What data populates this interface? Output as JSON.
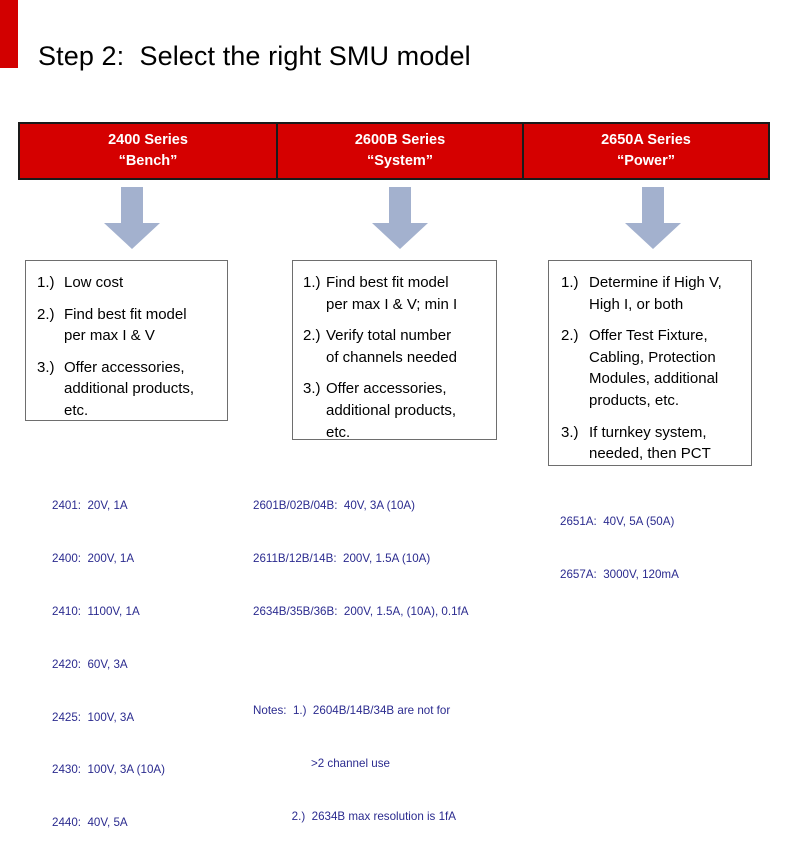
{
  "slide": {
    "title": "Step 2:  Select the right SMU model",
    "accent_color": "#d20000",
    "banner_color": "#d50000",
    "arrow_color": "#a3b1ce",
    "spec_text_color": "#2b2b8f"
  },
  "banner": {
    "columns": [
      {
        "line1": "2400 Series",
        "line2": "“Bench”"
      },
      {
        "line1": "2600B Series",
        "line2": "“System”"
      },
      {
        "line1": "2650A Series",
        "line2": "“Power”"
      }
    ]
  },
  "arrows": [
    {
      "name": "down-arrow-2400"
    },
    {
      "name": "down-arrow-2600b"
    },
    {
      "name": "down-arrow-2650a"
    }
  ],
  "boxes": [
    {
      "name": "steps-2400",
      "items": [
        {
          "num": "1.)",
          "text": "Low cost"
        },
        {
          "num": "2.)",
          "text": "Find best fit model\nper max I & V"
        },
        {
          "num": "3.)",
          "text": "Offer accessories,\nadditional products,\netc."
        }
      ]
    },
    {
      "name": "steps-2600b",
      "items": [
        {
          "num": "1.)",
          "text": "Find best fit model\n per max I & V; min I"
        },
        {
          "num": "2.)",
          "text": " Verify total number\n  of channels needed"
        },
        {
          "num": "3.)",
          "text": "Offer accessories,\n additional products,\n etc."
        }
      ]
    },
    {
      "name": "steps-2650a",
      "items": [
        {
          "num": "1.)",
          "text": "Determine if High V,\nHigh I, or both"
        },
        {
          "num": "2.)",
          "text": "Offer Test Fixture,\nCabling, Protection\nModules, additional\nproducts, etc."
        },
        {
          "num": "3.)",
          "text": "If turnkey system,\nneeded, then PCT"
        }
      ]
    }
  ],
  "spec_lists": [
    {
      "name": "specs-2400",
      "lines": [
        "2401:  20V, 1A",
        "2400:  200V, 1A",
        "2410:  1100V, 1A",
        "2420:  60V, 3A",
        "2425:  100V, 3A",
        "2430:  100V, 3A (10A)",
        "2440:  40V, 5A"
      ]
    },
    {
      "name": "specs-2600b",
      "lines": [
        "2601B/02B/04B:  40V, 3A (10A)",
        "2611B/12B/14B:  200V, 1.5A (10A)",
        "2634B/35B/36B:  200V, 1.5A, (10A), 0.1fA",
        "",
        "Notes:  1.)  2604B/14B/34B are not for",
        "                  >2 channel use",
        "            2.)  2634B max resolution is 1fA"
      ]
    },
    {
      "name": "specs-2650a",
      "lines": [
        "2651A:  40V, 5A (50A)",
        "2657A:  3000V, 120mA"
      ]
    }
  ]
}
